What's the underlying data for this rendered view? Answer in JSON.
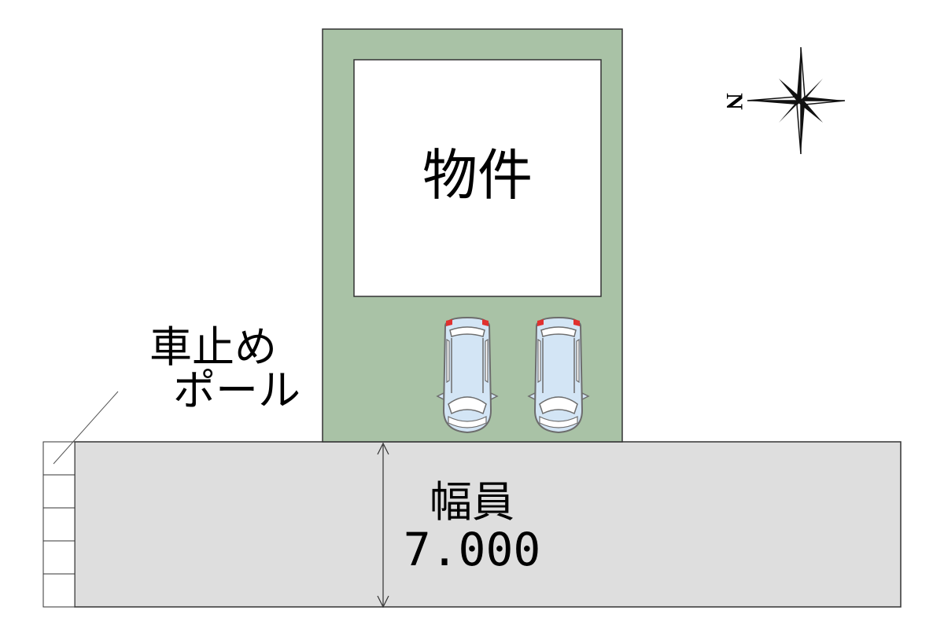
{
  "building": {
    "label": "物件"
  },
  "pole": {
    "label_line1": "車止め",
    "label_line2": "ポール"
  },
  "road": {
    "width_label": "幅員",
    "width_value": "7.000"
  },
  "compass": {
    "north_label": "N"
  },
  "colors": {
    "lot": "#a9c2a6",
    "building": "#ffffff",
    "road": "#dedede",
    "car_body": "#d3e5f5",
    "car_outline": "#6d6d6d",
    "tail_light": "#e0312f",
    "outline": "#333333"
  },
  "parking": {
    "car_count": 2
  }
}
